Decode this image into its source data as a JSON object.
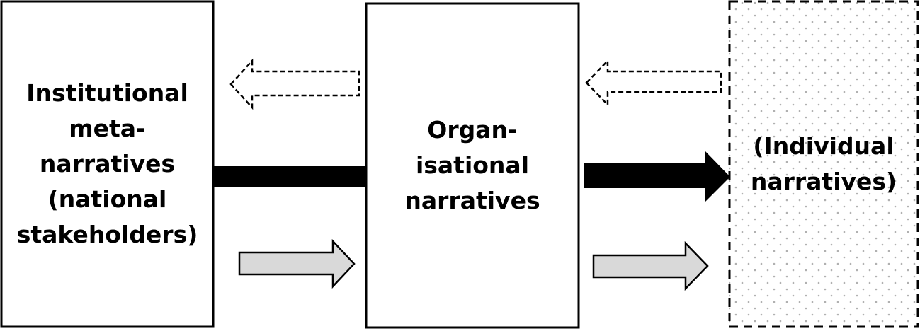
{
  "boxes": {
    "left": {
      "label": "Institutional\nmeta-\nnarratives\n(national\nstakeholders)"
    },
    "middle": {
      "label": "Organ-\nisational\nnarratives"
    },
    "right": {
      "label": "(Individual\nnarratives)"
    }
  },
  "colors": {
    "stroke": "#000000",
    "box_fill": "#ffffff",
    "solid_arrow": "#000000",
    "grey_arrow_fill": "#d9d9d9",
    "dot_pattern": "#b0b0b0"
  },
  "arrows": [
    {
      "id": "left-dashed",
      "style": "dashed-outline",
      "direction": "left"
    },
    {
      "id": "left-solid",
      "style": "solid-black",
      "direction": "right"
    },
    {
      "id": "left-grey",
      "style": "grey-outline",
      "direction": "right"
    },
    {
      "id": "right-dashed",
      "style": "dashed-outline",
      "direction": "left"
    },
    {
      "id": "right-solid",
      "style": "solid-black",
      "direction": "right"
    },
    {
      "id": "right-grey",
      "style": "grey-outline",
      "direction": "right"
    }
  ]
}
